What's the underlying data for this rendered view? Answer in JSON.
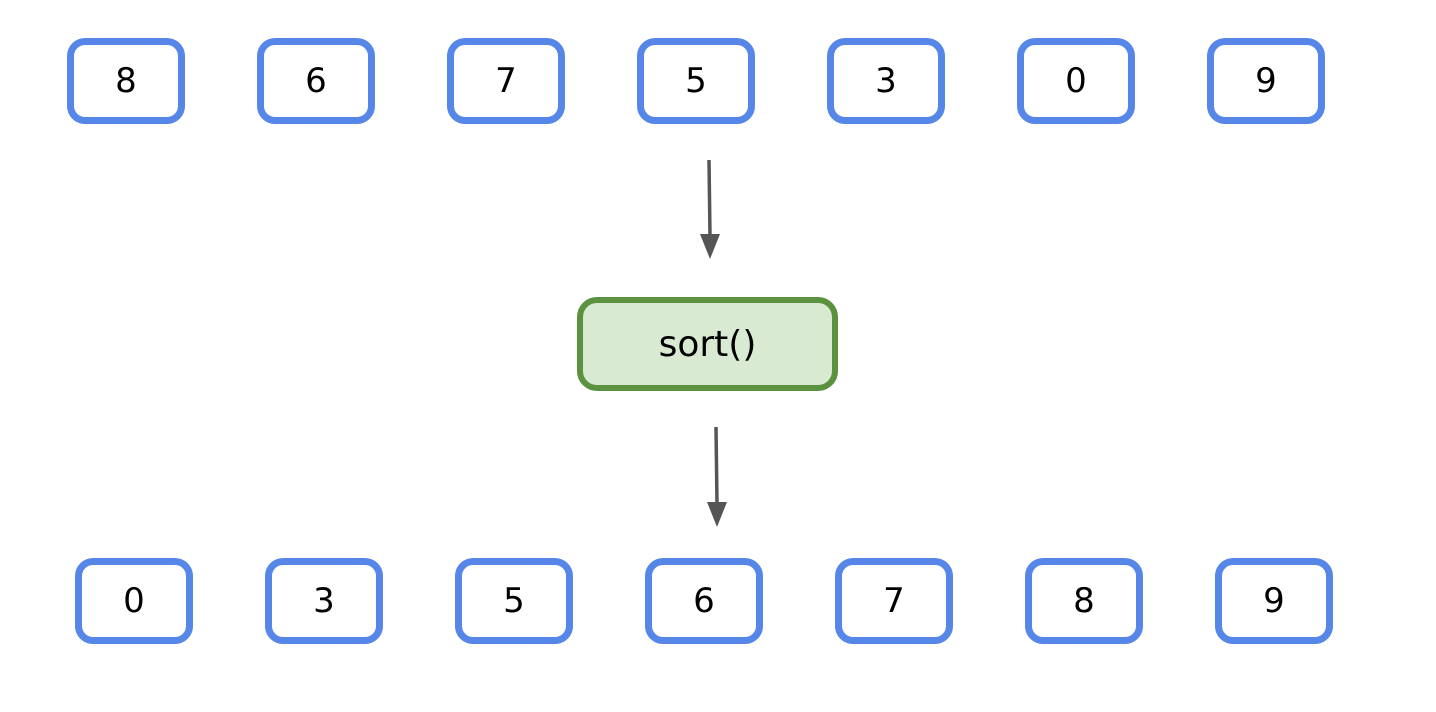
{
  "input_array": [
    "8",
    "6",
    "7",
    "5",
    "3",
    "0",
    "9"
  ],
  "operation": {
    "label": "sort()"
  },
  "output_array": [
    "0",
    "3",
    "5",
    "6",
    "7",
    "8",
    "9"
  ],
  "colors": {
    "cell_border": "#5687e8",
    "operation_border": "#5b923f",
    "operation_fill": "#d9ead3",
    "arrow": "#555555"
  }
}
